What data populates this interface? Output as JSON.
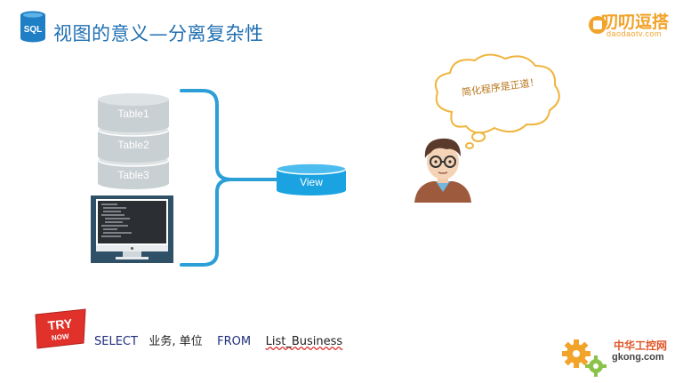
{
  "header": {
    "icon_label": "SQL",
    "title": "视图的意义—分离复杂性"
  },
  "brand": {
    "name": "叨叨逗搭",
    "url": "daodaotv.com"
  },
  "diagram": {
    "tables": [
      "Table1",
      "Table2",
      "Table3"
    ],
    "view_label": "View",
    "thought": "简化程序是正道！",
    "colors": {
      "table_gray": "#c9d0d3",
      "view_blue": "#1aa3e0",
      "brace_blue": "#2b9fd6",
      "title_blue": "#1f6fb2"
    }
  },
  "try_badge": {
    "line1": "TRY",
    "line2": "NOW"
  },
  "sql": {
    "select": "SELECT",
    "columns": "业务, 单位",
    "from": "FROM",
    "table": "List_Business"
  },
  "watermark": {
    "name": "中华工控网",
    "url": "gkong.com"
  }
}
